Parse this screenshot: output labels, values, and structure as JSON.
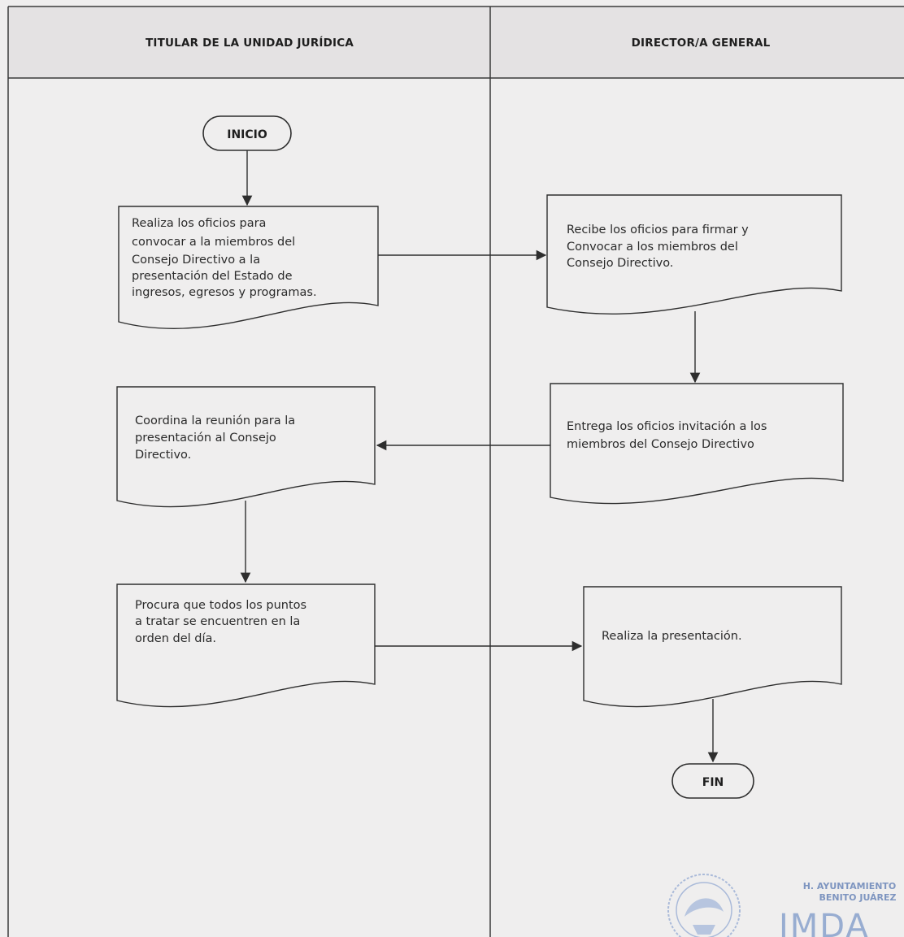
{
  "lanes": [
    {
      "label": "TITULAR DE LA UNIDAD JURÍDICA"
    },
    {
      "label": "DIRECTOR/A GENERAL"
    }
  ],
  "terminals": {
    "start": "INICIO",
    "end": "FIN"
  },
  "steps": [
    {
      "lines": [
        "Realiza los oficios para",
        "convocar a la miembros del",
        "Consejo Directivo a la",
        "presentación del Estado de",
        "ingresos, egresos y programas."
      ]
    },
    {
      "lines": [
        "Recibe los oficios para firmar y",
        "Convocar a los miembros del",
        "Consejo Directivo."
      ]
    },
    {
      "lines": [
        "Entrega los oficios invitación a los",
        "miembros del Consejo Directivo"
      ]
    },
    {
      "lines": [
        "Coordina la reunión para la",
        "presentación al Consejo",
        "Directivo."
      ]
    },
    {
      "lines": [
        "Procura que todos los puntos",
        "a tratar se encuentren en la",
        "orden del día."
      ]
    },
    {
      "lines": [
        "Realiza la presentación."
      ]
    }
  ],
  "logo": {
    "line1": "H. AYUNTAMIENTO",
    "line2": "BENITO JUÁREZ",
    "mark": "IMDA"
  },
  "colors": {
    "line": "#2e2e2e",
    "header_bg": "#e4e2e3",
    "background": "#efeeee",
    "logo": "#7f98c6"
  }
}
